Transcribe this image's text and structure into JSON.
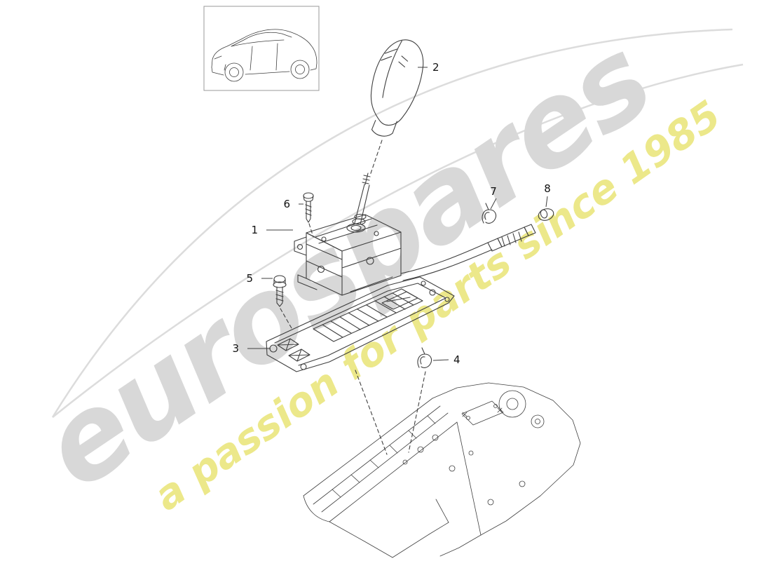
{
  "page": {
    "background_color": "#ffffff"
  },
  "watermark": {
    "brand": "eurospares",
    "tagline": "a passion for parts since 1985",
    "brand_color": "#d8d8d8",
    "tagline_color": "#ece88a"
  },
  "diagram": {
    "line_color": "#3f3f3f",
    "callouts": [
      {
        "label": "1",
        "part": "shifter-assembly"
      },
      {
        "label": "2",
        "part": "gear-shift-knob"
      },
      {
        "label": "3",
        "part": "bearing-plate"
      },
      {
        "label": "4",
        "part": "clip"
      },
      {
        "label": "5",
        "part": "screw"
      },
      {
        "label": "6",
        "part": "screw"
      },
      {
        "label": "7",
        "part": "clip"
      },
      {
        "label": "8",
        "part": "grommet"
      }
    ]
  }
}
